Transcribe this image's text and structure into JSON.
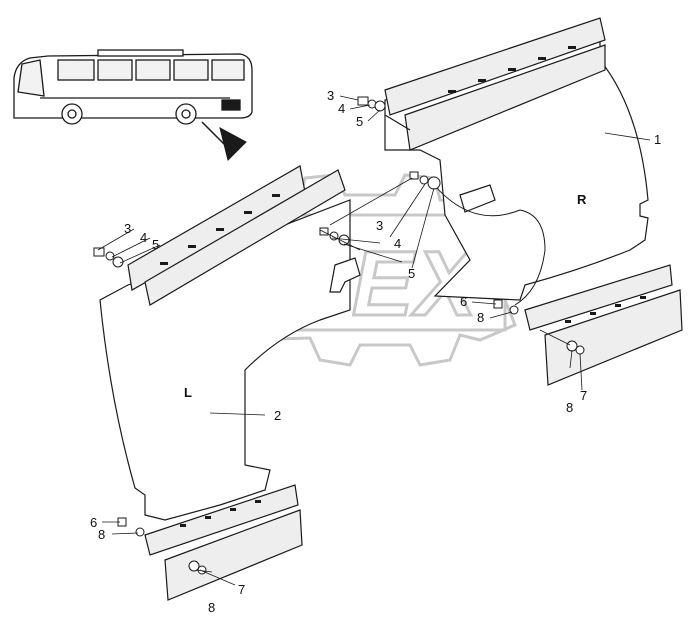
{
  "watermark": {
    "text": "OPEX",
    "color": "#c8c8c8"
  },
  "side_labels": {
    "right": "R",
    "left": "L"
  },
  "callouts": {
    "right_clip": {
      "bolt": "3",
      "lock_washer": "4",
      "washer": "5"
    },
    "center_clip": {
      "bolt": "3",
      "lock_washer": "4",
      "washer": "5"
    },
    "left_clip": {
      "bolt": "3",
      "lock_washer": "4",
      "washer": "5"
    },
    "right_panel": "1",
    "left_panel": "2",
    "right_lower": {
      "screw": "6",
      "washer_a": "8",
      "nut": "7",
      "washer_b": "8"
    },
    "left_lower": {
      "screw": "6",
      "washer_a": "8",
      "nut": "7",
      "washer_b": "8"
    }
  },
  "colors": {
    "line": "#1a1a1a",
    "part_fill": "#ffffff",
    "strip_fill": "#eeeeee",
    "bus_window": "#f2f2f2"
  }
}
